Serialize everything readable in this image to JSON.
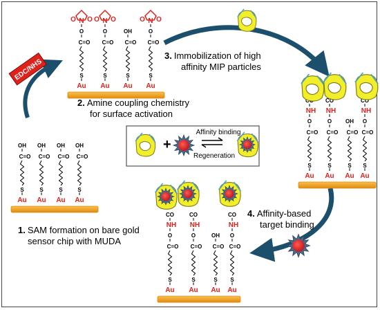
{
  "steps": [
    {
      "number": "1.",
      "text": "SAM formation on bare gold",
      "text2": "sensor chip with MUDA"
    },
    {
      "number": "2.",
      "text": "Amine coupling chemistry",
      "text2": "for surface activation"
    },
    {
      "number": "3.",
      "text": "Immobilization of high",
      "text2": "affinity MIP particles"
    },
    {
      "number": "4.",
      "text": "Affinity-based",
      "text2": "target binding"
    }
  ],
  "reagent_label": "EDC/NHS",
  "equilibrium": {
    "forward": "Affinity binding",
    "reverse": "Regeneration",
    "plus": "+"
  },
  "chem": {
    "au": "Au",
    "s": "S",
    "oh": "OH",
    "ceo": "C=O",
    "co": "CO",
    "nh": "NH",
    "o": "O",
    "n": "N"
  },
  "colors": {
    "gold": "#f5a623",
    "gold_dark": "#d98a10",
    "arrow": "#1c4f6b",
    "label_red": "#e0201b",
    "mip_yellow": "#f2ee2a",
    "target_red": "#e3262d",
    "target_spike": "#4b6a8a"
  }
}
